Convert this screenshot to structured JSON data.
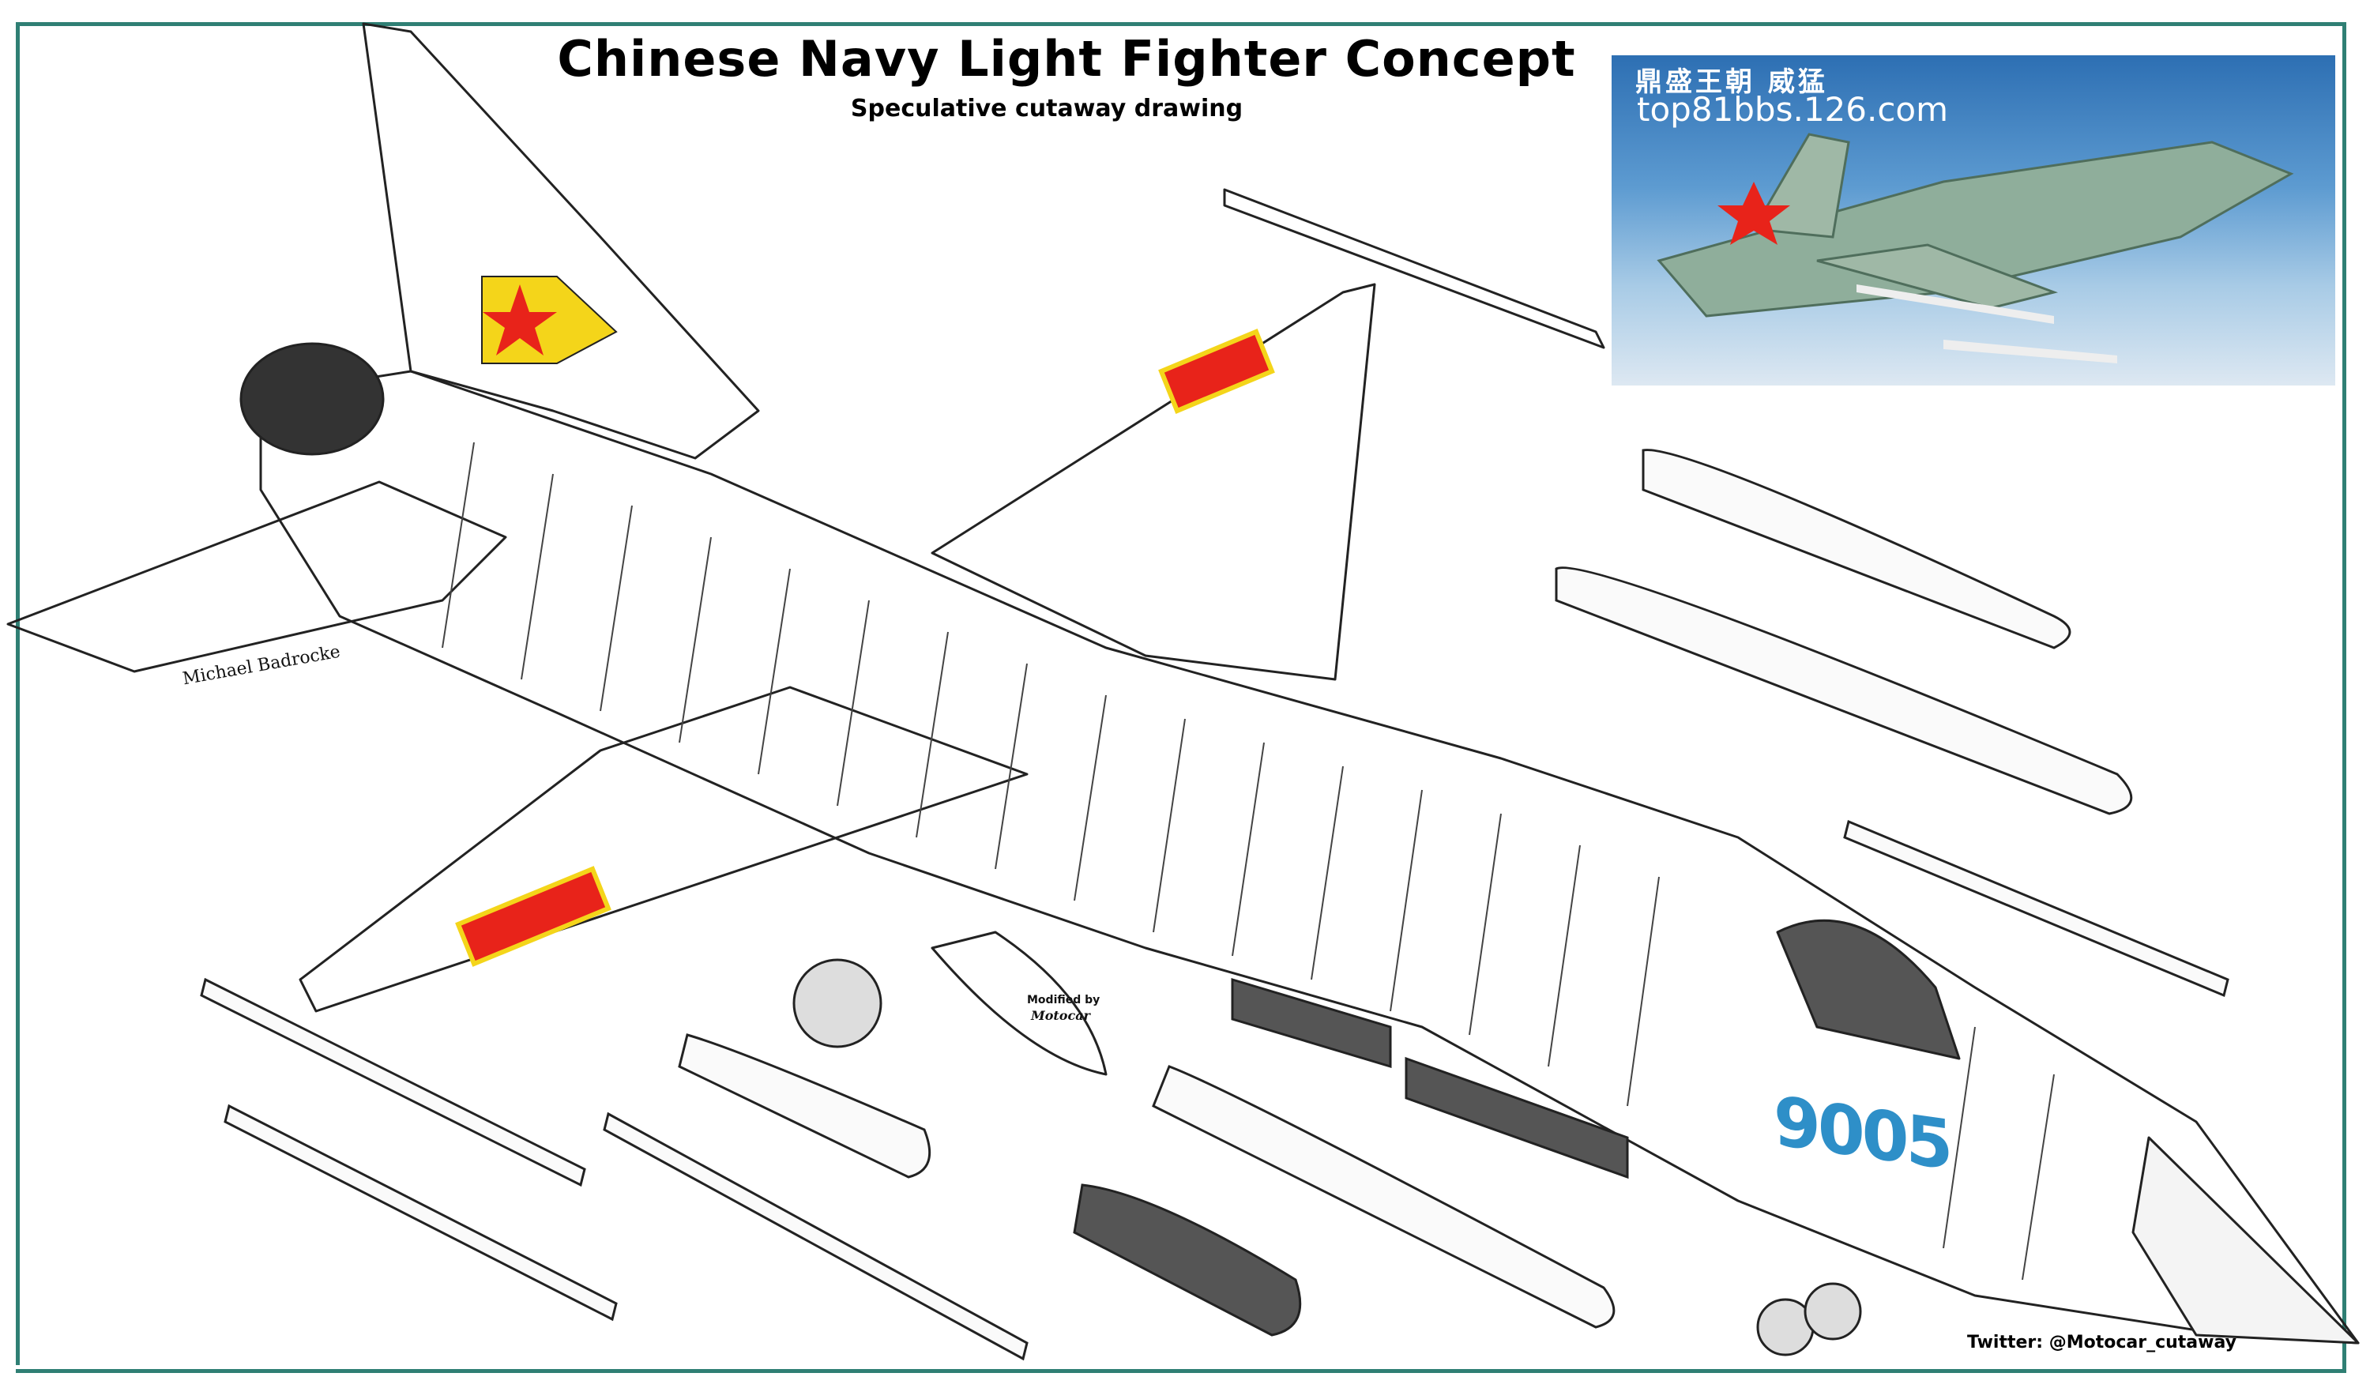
{
  "title": "Chinese Navy Light Fighter Concept",
  "subtitle": "Speculative cutaway drawing",
  "photo": {
    "cjk_text": "鼎盛王朝 威猛",
    "url_text": "top81bbs.126.com"
  },
  "credits": {
    "artist": "Michael Badrocke",
    "modified_by": "Modified by",
    "modifier": "Motocar"
  },
  "aircraft_number": "9005",
  "twitter": "Twitter:  @Motocar_cutaway",
  "colors": {
    "frame": "#2f7f74",
    "roundel_red": "#e8231a",
    "roundel_yellow": "#f4d51a",
    "number_blue": "#2e8fc8"
  }
}
